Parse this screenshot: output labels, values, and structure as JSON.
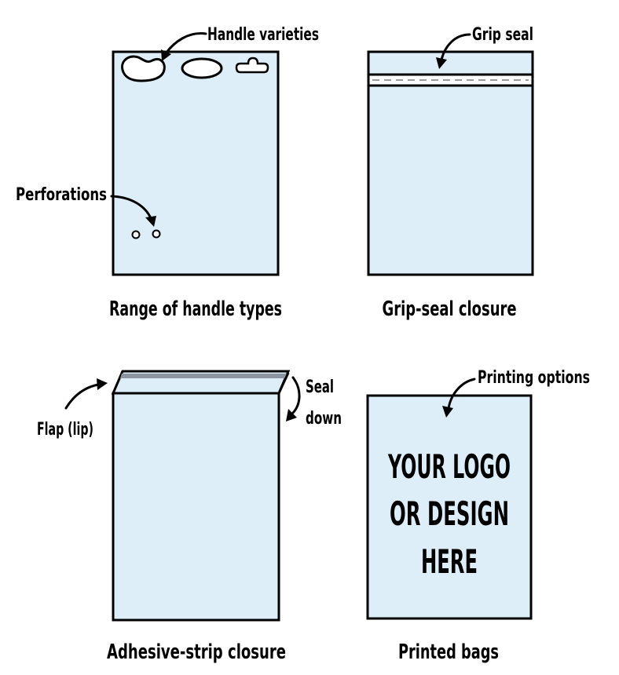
{
  "colors": {
    "bag_fill": "#ddeef9",
    "outline": "#000000",
    "adhesive_strip": "#8d96a0",
    "background": "#ffffff"
  },
  "panels": {
    "handles": {
      "caption": "Range of handle types",
      "callout_handles": "Handle varieties",
      "callout_perforations": "Perforations"
    },
    "grip": {
      "caption": "Grip-seal closure",
      "callout": "Grip seal"
    },
    "adhesive": {
      "caption": "Adhesive-strip closure",
      "callout_flap": "Flap (lip)",
      "callout_seal_line1": "Seal",
      "callout_seal_line2": "down"
    },
    "printed": {
      "caption": "Printed bags",
      "callout": "Printing options",
      "logo_line1": "YOUR LOGO",
      "logo_line2": "OR DESIGN",
      "logo_line3": "HERE"
    }
  }
}
